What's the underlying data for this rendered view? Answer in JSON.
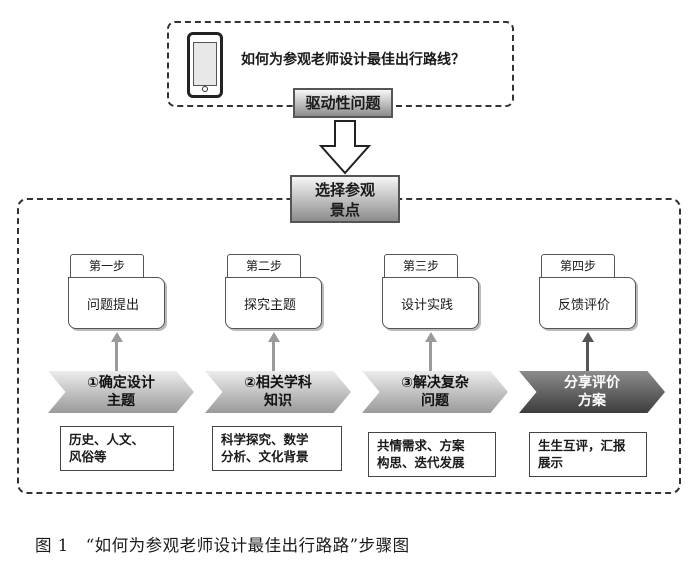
{
  "question": "如何为参观老师设计最佳出行路线？",
  "driving_label": "驱动性问题",
  "select_label": [
    "选择参观",
    "景点"
  ],
  "steps": [
    {
      "tab": "第一步",
      "name": "问题提出",
      "ribbon": [
        "①确定设计",
        "主题"
      ],
      "desc": [
        "历史、人文、",
        "风俗等"
      ],
      "ribbon_style": "light"
    },
    {
      "tab": "第二步",
      "name": "探究主题",
      "ribbon": [
        "②相关学科",
        "知识"
      ],
      "desc": [
        "科学探究、数学",
        "分析、文化背景"
      ],
      "ribbon_style": "light"
    },
    {
      "tab": "第三步",
      "name": "设计实践",
      "ribbon": [
        "③解决复杂",
        "问题"
      ],
      "desc": [
        "共情需求、方案",
        "构思、迭代发展"
      ],
      "ribbon_style": "light"
    },
    {
      "tab": "第四步",
      "name": "反馈评价",
      "ribbon": [
        "分享评价",
        "方案"
      ],
      "desc": [
        "生生互评，汇报",
        "展示"
      ],
      "ribbon_style": "dark"
    }
  ],
  "caption": "图 1　“如何为参观老师设计最佳出行路路”步骤图"
}
